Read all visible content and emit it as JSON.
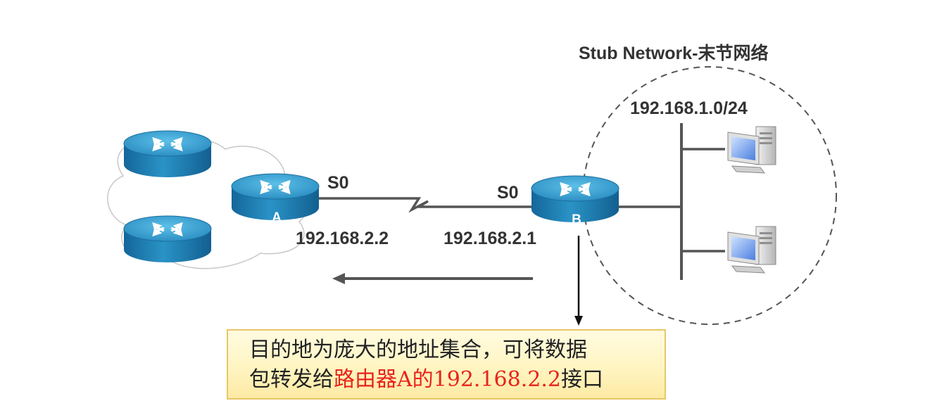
{
  "title": "Stub Network-末节网络",
  "stub_subnet": "192.168.1.0/24",
  "router_a": {
    "letter": "A",
    "interface": "S0",
    "ip": "192.168.2.2"
  },
  "router_b": {
    "letter": "B",
    "interface": "S0",
    "ip": "192.168.2.1"
  },
  "callout": {
    "line1": "目的地为庞大的地址集合，可将数据",
    "line2_prefix": "包转发给",
    "line2_highlight": "路由器A的192.168.2.2",
    "line2_suffix": "接口"
  },
  "colors": {
    "router_body": "#1f86b6",
    "router_top": "#34a6d4",
    "link": "#555555",
    "highlight": "#e8231c"
  },
  "icons": [
    "router-icon",
    "pc-icon",
    "cloud-shape",
    "serial-link"
  ]
}
